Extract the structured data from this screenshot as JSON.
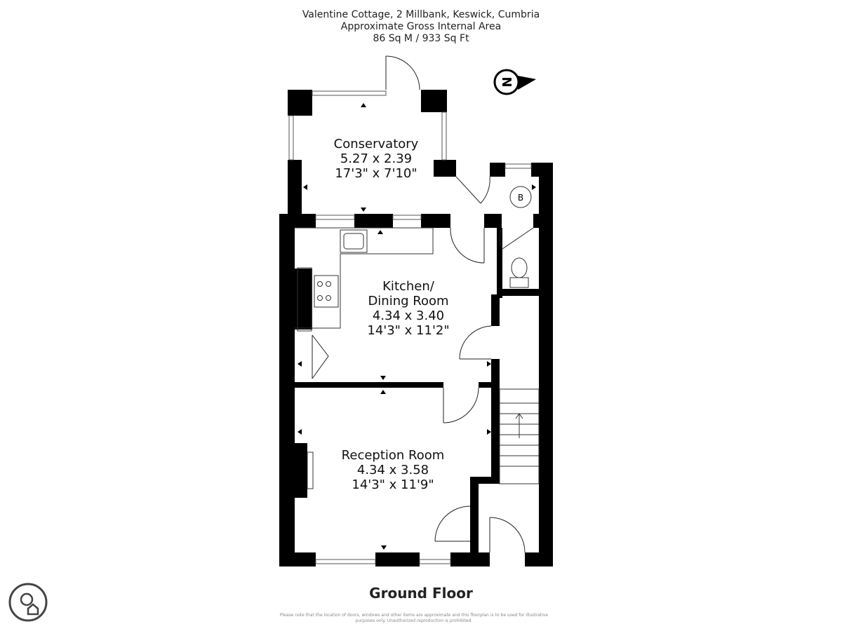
{
  "header": {
    "address": "Valentine Cottage, 2 Millbank, Keswick, Cumbria",
    "area_label": "Approximate Gross Internal Area",
    "area_value": "86 Sq M / 933 Sq Ft"
  },
  "compass": {
    "letter": "N"
  },
  "rooms": [
    {
      "name": "Conservatory",
      "metric": "5.27 x 2.39",
      "imperial": "17'3\" x 7'10\""
    },
    {
      "name": "Kitchen/",
      "name2": "Dining Room",
      "metric": "4.34 x 3.40",
      "imperial": "14'3\" x 11'2\""
    },
    {
      "name": "Reception Room",
      "metric": "4.34 x 3.58",
      "imperial": "14'3\" x 11'9\""
    }
  ],
  "boiler_label": "B",
  "floor_label": "Ground Floor",
  "disclaimer": "Please note that the location of doors, windows and other items are approximate and this floorplan is to be used for illustrative purposes only. Unauthorized reproduction is prohibited."
}
